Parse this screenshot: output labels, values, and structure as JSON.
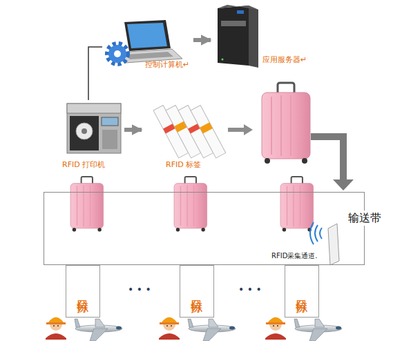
{
  "diagram": {
    "nodes": [
      {
        "text": [
          "控制计算机↵"
        ]
      },
      {
        "text": [
          "应用服务器↵"
        ]
      },
      {
        "text": [
          "RFID 打印机"
        ]
      },
      {
        "text": [
          "RFID 标签"
        ]
      },
      {
        "text": [
          "输送带"
        ]
      },
      {
        "text": [
          "分拣口"
        ]
      },
      {
        "text": [
          "分拣口"
        ]
      },
      {
        "text": [
          "分拣口"
        ]
      }
    ],
    "edges": [
      {
        "from": 0,
        "to": 1,
        "arrow": "to"
      },
      {
        "from": 2,
        "to": 0,
        "arrow": "none"
      },
      {
        "from": 2,
        "to": 3,
        "arrow": "to"
      }
    ],
    "labels": [
      "RFID采集通道.",
      "• • •",
      "• • •"
    ]
  }
}
